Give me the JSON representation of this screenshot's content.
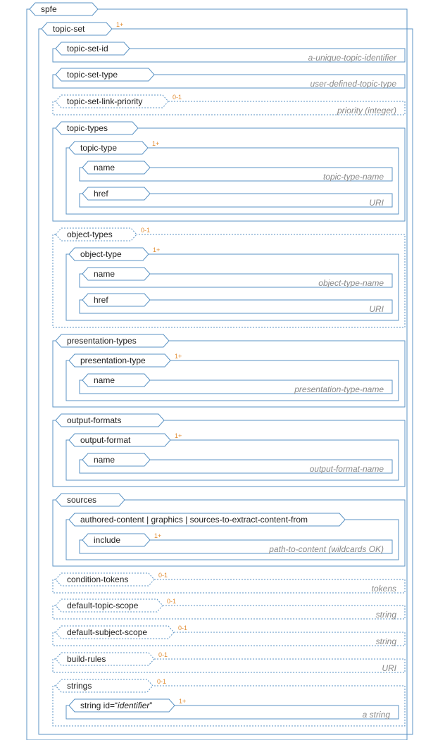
{
  "root": {
    "tag": "spfe"
  },
  "topic_set": {
    "tag": "topic-set",
    "cardinality": "1+"
  },
  "topic_set_id": {
    "tag": "topic-set-id",
    "value": "a-unique-topic-identifier"
  },
  "topic_set_type": {
    "tag": "topic-set-type",
    "value": "user-defined-topic-type"
  },
  "topic_set_link_priority": {
    "tag": "topic-set-link-priority",
    "cardinality": "0-1",
    "value": "priority (integer)"
  },
  "topic_types": {
    "tag": "topic-types",
    "topic_type": {
      "tag": "topic-type",
      "cardinality": "1+"
    },
    "name": {
      "tag": "name",
      "value": "topic-type-name"
    },
    "href": {
      "tag": "href",
      "value": "URI"
    }
  },
  "object_types": {
    "tag": "object-types",
    "cardinality": "0-1",
    "object_type": {
      "tag": "object-type",
      "cardinality": "1+"
    },
    "name": {
      "tag": "name",
      "value": "object-type-name"
    },
    "href": {
      "tag": "href",
      "value": "URI"
    }
  },
  "presentation_types": {
    "tag": "presentation-types",
    "presentation_type": {
      "tag": "presentation-type",
      "cardinality": "1+"
    },
    "name": {
      "tag": "name",
      "value": "presentation-type-name"
    }
  },
  "output_formats": {
    "tag": "output-formats",
    "output_format": {
      "tag": "output-format",
      "cardinality": "1+"
    },
    "name": {
      "tag": "name",
      "value": "output-format-name"
    }
  },
  "sources": {
    "tag": "sources",
    "content": {
      "tag": "authored-content | graphics | sources-to-extract-content-from"
    },
    "include": {
      "tag": "include",
      "cardinality": "1+",
      "value": "path-to-content (wildcards OK)"
    }
  },
  "condition_tokens": {
    "tag": "condition-tokens",
    "cardinality": "0-1",
    "value": "tokens"
  },
  "default_topic_scope": {
    "tag": "default-topic-scope",
    "cardinality": "0-1",
    "value": "string"
  },
  "default_subject_scope": {
    "tag": "default-subject-scope",
    "cardinality": "0-1",
    "value": "string"
  },
  "build_rules": {
    "tag": "build-rules",
    "cardinality": "0-1",
    "value": "URI"
  },
  "strings": {
    "tag": "strings",
    "cardinality": "0-1",
    "string": {
      "tag_prefix": "string id=“",
      "tag_italic": "identifier",
      "tag_suffix": "”",
      "cardinality": "1+",
      "value": "a string"
    }
  },
  "colors": {
    "border": "#5b93c4",
    "text": "#222222",
    "value_text": "#8a8a8a",
    "cardinality": "#e08a2e",
    "background": "#ffffff"
  }
}
